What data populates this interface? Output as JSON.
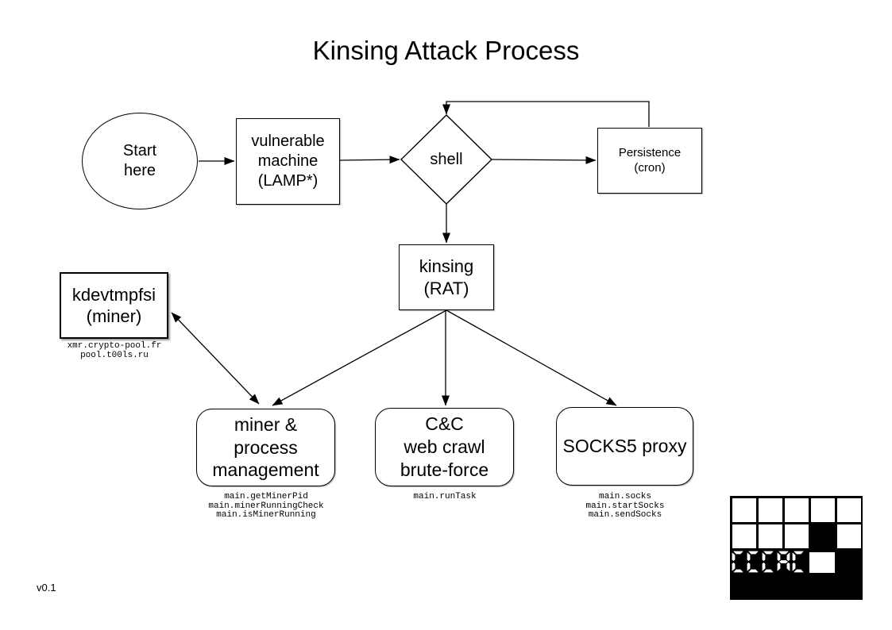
{
  "title": "Kinsing Attack Process",
  "version": "v0.1",
  "nodes": {
    "start": {
      "lines": [
        "Start",
        "here"
      ]
    },
    "vulnerable": {
      "lines": [
        "vulnerable",
        "machine",
        "(LAMP*)"
      ]
    },
    "shell": {
      "label": "shell"
    },
    "persistence": {
      "lines": [
        "Persistence",
        "(cron)"
      ]
    },
    "kinsing": {
      "lines": [
        "kinsing",
        "(RAT)"
      ]
    },
    "kdevtmpfsi": {
      "lines": [
        "kdevtmpfsi",
        "(miner)"
      ],
      "annotations": [
        "xmr.crypto-pool.fr",
        "pool.t00ls.ru"
      ]
    },
    "miner_mgmt": {
      "lines": [
        "miner &",
        "process",
        "management"
      ],
      "annotations": [
        "main.getMinerPid",
        "main.minerRunningCheck",
        "main.isMinerRunning"
      ]
    },
    "cnc": {
      "lines": [
        "C&C",
        "web crawl",
        "brute-force"
      ],
      "annotations": [
        "main.runTask"
      ]
    },
    "socks5": {
      "lines": [
        "SOCKS5 proxy"
      ],
      "annotations": [
        "main.socks",
        "main.startSocks",
        "main.sendSocks"
      ]
    }
  },
  "logo": {
    "display_text": "CCCAC"
  },
  "colors": {
    "ink": "#000000",
    "background": "#ffffff"
  }
}
